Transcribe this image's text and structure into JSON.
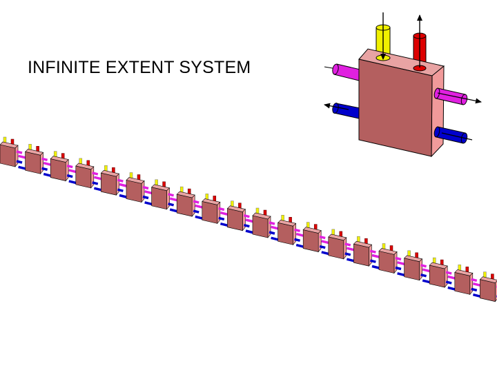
{
  "title": "INFINITE EXTENT SYSTEM",
  "colors": {
    "background": "#ffffff",
    "module_front": "#b45f5f",
    "module_side": "#f19a9a",
    "module_top": "#e8a3a3",
    "inlet_yellow": "#f0f000",
    "outlet_red": "#dd0000",
    "magenta_pipe": "#e020e0",
    "blue_pipe": "#0000cc",
    "outline": "#000000"
  },
  "components": {
    "detail_unit": {
      "label": "module-detail",
      "pipes": [
        "yellow-inlet-pipe",
        "red-outlet-pipe",
        "magenta-side-pipe",
        "blue-side-pipe"
      ]
    },
    "chain": {
      "label": "repeated-module-chain",
      "module_count": 20
    }
  }
}
